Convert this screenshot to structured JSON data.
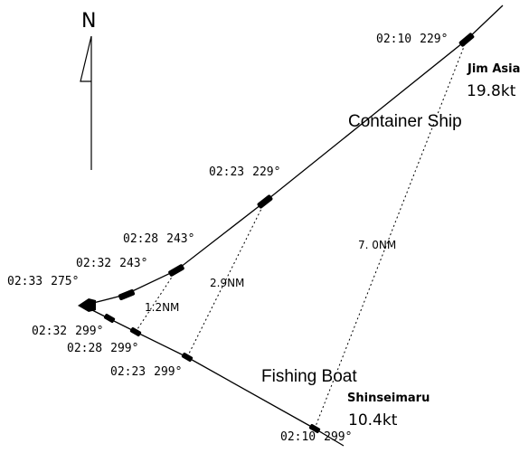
{
  "north_label": "N",
  "container_ship": {
    "type_label": "Container Ship",
    "name": "Jim Asia",
    "speed": "19.8kt",
    "positions": [
      {
        "time": "02:10",
        "heading": "229°"
      },
      {
        "time": "02:23",
        "heading": "229°"
      },
      {
        "time": "02:28",
        "heading": "243°"
      },
      {
        "time": "02:32",
        "heading": "243°"
      },
      {
        "time": "02:33",
        "heading": "275°"
      }
    ]
  },
  "fishing_boat": {
    "type_label": "Fishing Boat",
    "name": "Shinseimaru",
    "speed": "10.4kt",
    "positions": [
      {
        "time": "02:10",
        "heading": "299°"
      },
      {
        "time": "02:23",
        "heading": "299°"
      },
      {
        "time": "02:28",
        "heading": "299°"
      },
      {
        "time": "02:32",
        "heading": "299°"
      }
    ]
  },
  "distances": {
    "d_0210": "7. 0NM",
    "d_0223": "2.9NM",
    "d_0228": "1.2NM"
  },
  "colors": {
    "line": "#000000",
    "marker": "#000000"
  }
}
